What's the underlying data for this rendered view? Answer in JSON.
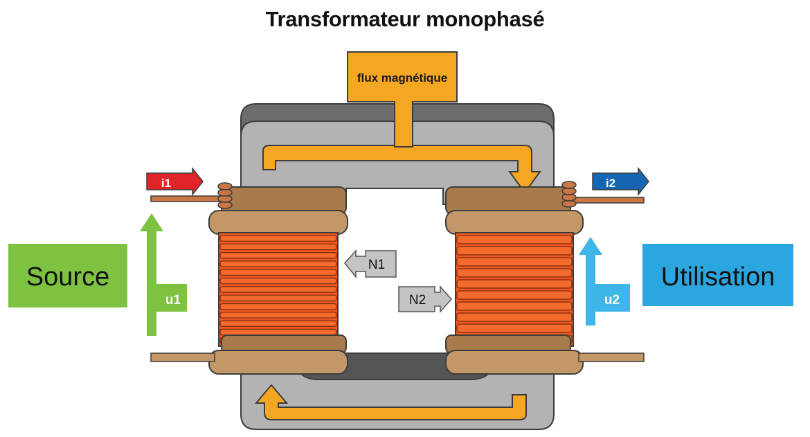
{
  "title": "Transformateur monophasé",
  "labels": {
    "flux": "flux magnétique",
    "source": "Source",
    "utilisation": "Utilisation",
    "u1": "u1",
    "u2": "u2",
    "i1": "i1",
    "i2": "i2",
    "n1": "N1",
    "n2": "N2"
  },
  "colors": {
    "core_light": "#b3b3b3",
    "core_dark": "#6d6d6d",
    "flux": "#f5a623",
    "coil": "#f05a22",
    "coil_line": "#8a2e0e",
    "bobbin": "#b08456",
    "source": "#7ec242",
    "utilisation": "#2ba6de",
    "u2_arrow": "#3fb6ea",
    "i1": "#e0242a",
    "i2": "#1565b0",
    "n_box": "#c4c4c4"
  }
}
